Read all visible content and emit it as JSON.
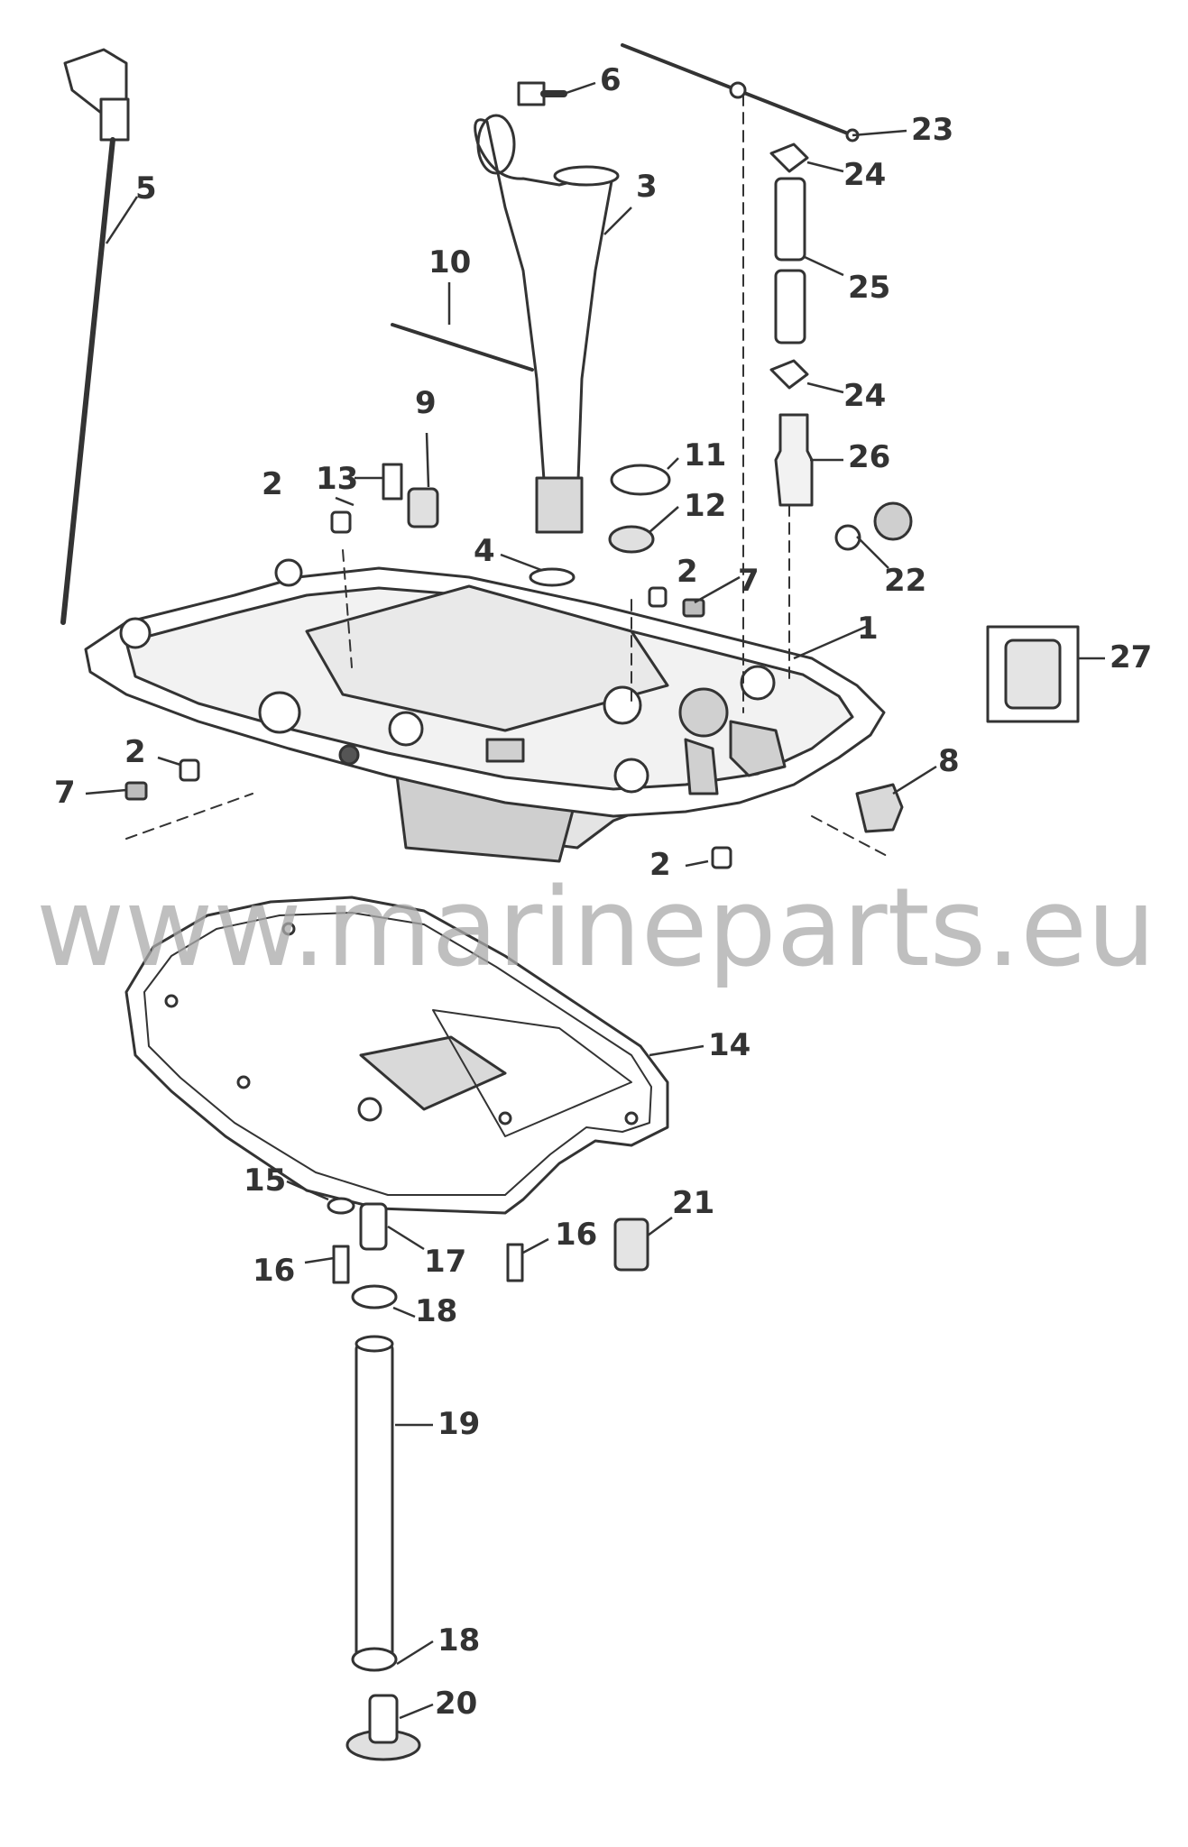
{
  "watermark": "www.marineparts.eu",
  "callouts": [
    "1",
    "2",
    "3",
    "4",
    "5",
    "6",
    "7",
    "8",
    "9",
    "10",
    "11",
    "12",
    "13",
    "14",
    "15",
    "16",
    "17",
    "18",
    "19",
    "20",
    "21",
    "22",
    "23",
    "24",
    "25",
    "26",
    "27"
  ],
  "colors": {
    "line": "#333333",
    "fill": "#ffffff",
    "shade": "#d9d9d9",
    "dark": "#555555",
    "watermark": "#aaaaaa"
  }
}
